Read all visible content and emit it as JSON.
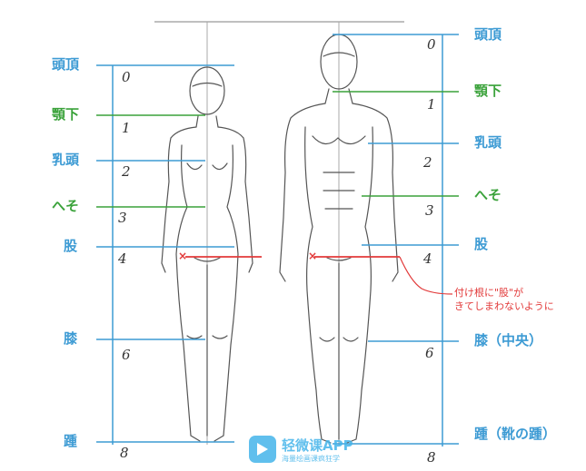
{
  "left_labels": [
    {
      "text": "頭頂",
      "color": "blue"
    },
    {
      "text": "顎下",
      "color": "green"
    },
    {
      "text": "乳頭",
      "color": "blue"
    },
    {
      "text": "へそ",
      "color": "green"
    },
    {
      "text": "股",
      "color": "blue"
    },
    {
      "text": "膝",
      "color": "blue"
    },
    {
      "text": "踵",
      "color": "blue"
    }
  ],
  "right_labels": [
    {
      "text": "頭頂",
      "color": "blue"
    },
    {
      "text": "顎下",
      "color": "green"
    },
    {
      "text": "乳頭",
      "color": "blue"
    },
    {
      "text": "へそ",
      "color": "green"
    },
    {
      "text": "股",
      "color": "blue"
    },
    {
      "text": "膝（中央）",
      "color": "blue"
    },
    {
      "text": "踵（靴の踵）",
      "color": "blue"
    }
  ],
  "left_scale_numbers": [
    "0",
    "1",
    "2",
    "3",
    "4",
    "6",
    "8"
  ],
  "right_scale_numbers": [
    "0",
    "1",
    "2",
    "3",
    "4",
    "6",
    "8"
  ],
  "note": "付け根に\"股\"が\nきてしまわないように",
  "marker_symbol": "×",
  "watermark": {
    "title": "轻微课APP",
    "subtitle": "海量绘画课疯狂学"
  },
  "colors": {
    "blue": "#3d9bd4",
    "green": "#3aa23a",
    "red": "#e23a3a",
    "sketch": "#555555"
  }
}
